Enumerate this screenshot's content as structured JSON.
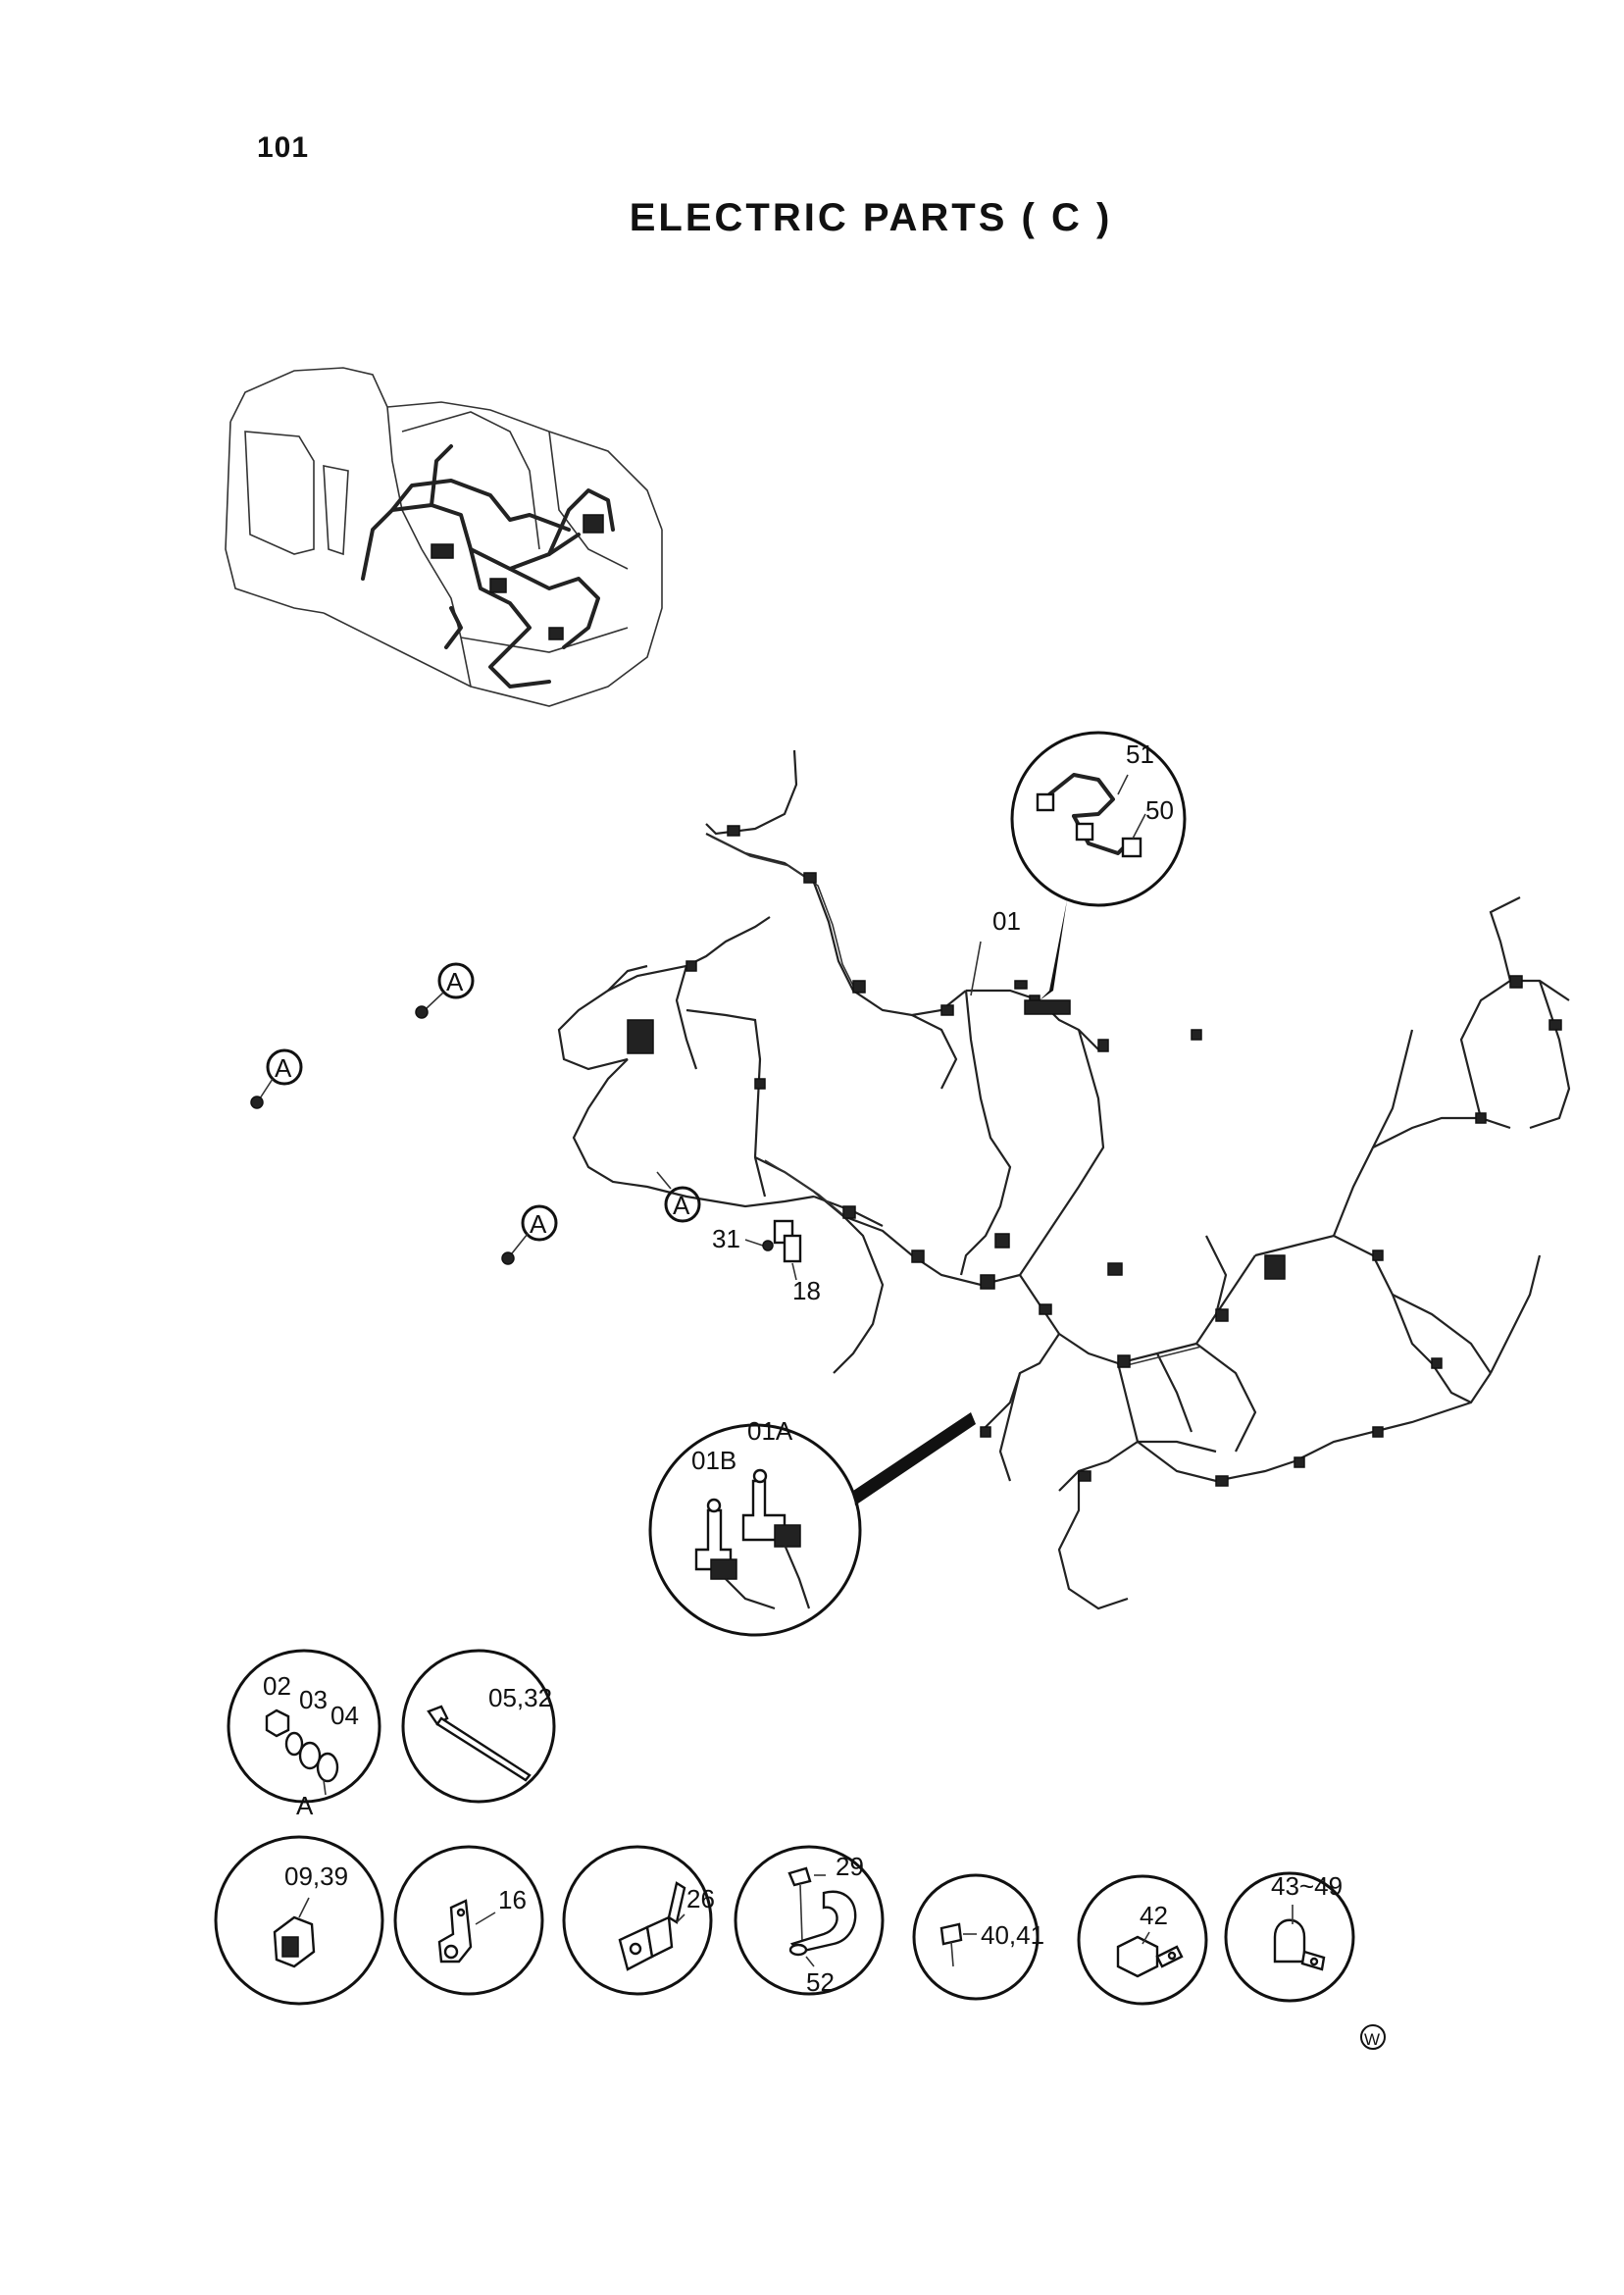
{
  "header": {
    "page_number": "101",
    "title": "ELECTRIC PARTS ( C )"
  },
  "callouts": {
    "harness": "01",
    "connector_a": "01A",
    "connector_b": "01B",
    "part_51": "51",
    "part_50": "50",
    "part_31": "31",
    "part_18": "18",
    "ref_a": "A"
  },
  "detail_circles": [
    {
      "labels": [
        "02",
        "03",
        "04"
      ],
      "sub": "A"
    },
    {
      "labels": [
        "05,32"
      ]
    },
    {
      "labels": [
        "09,39"
      ]
    },
    {
      "labels": [
        "16"
      ]
    },
    {
      "labels": [
        "26"
      ]
    },
    {
      "labels": [
        "29",
        "52"
      ]
    },
    {
      "labels": [
        "40,41"
      ]
    },
    {
      "labels": [
        "42"
      ]
    },
    {
      "labels": [
        "43~49"
      ]
    }
  ],
  "footer": {
    "mark": "W"
  }
}
